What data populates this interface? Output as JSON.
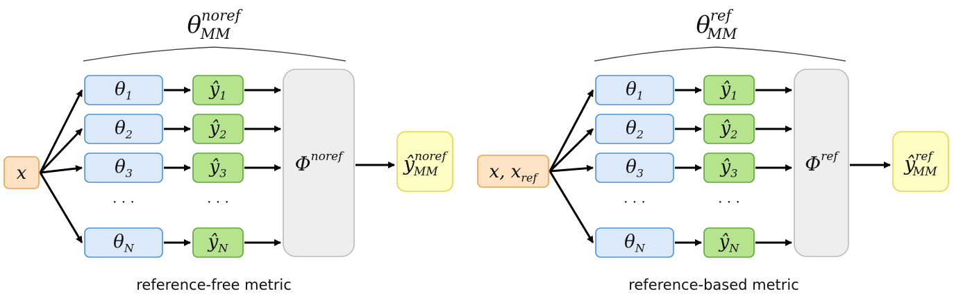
{
  "colors": {
    "input_fill": "#fde3c3",
    "input_stroke": "#f0a04a",
    "model_fill": "#dbe9fb",
    "model_stroke": "#4a8fe0",
    "output_fill": "#b6e38e",
    "output_stroke": "#5aa832",
    "agg_fill": "#eeeeee",
    "agg_stroke": "#bbbbbb",
    "result_fill": "#fdfdc4",
    "result_stroke": "#e2d64a",
    "arrow": "#000000"
  },
  "left": {
    "brace": {
      "base": "θ",
      "sub": "MM",
      "sup": "noref"
    },
    "input": {
      "label": "x"
    },
    "models": [
      {
        "base": "θ",
        "sub": "1"
      },
      {
        "base": "θ",
        "sub": "2"
      },
      {
        "base": "θ",
        "sub": "3"
      },
      {
        "base": "θ",
        "sub": "N"
      }
    ],
    "outputs": [
      {
        "base": "ŷ",
        "sub": "1"
      },
      {
        "base": "ŷ",
        "sub": "2"
      },
      {
        "base": "ŷ",
        "sub": "3"
      },
      {
        "base": "ŷ",
        "sub": "N"
      }
    ],
    "ellipsis": "· · ·",
    "aggregator": {
      "base": "Φ",
      "sup": "noref"
    },
    "result": {
      "base": "ŷ",
      "sub": "MM",
      "sup": "noref"
    },
    "caption": "reference-free metric"
  },
  "right": {
    "brace": {
      "base": "θ",
      "sub": "MM",
      "sup": "ref"
    },
    "input": {
      "label": "x, x",
      "sub": "ref"
    },
    "models": [
      {
        "base": "θ",
        "sub": "1"
      },
      {
        "base": "θ",
        "sub": "2"
      },
      {
        "base": "θ",
        "sub": "3"
      },
      {
        "base": "θ",
        "sub": "N"
      }
    ],
    "outputs": [
      {
        "base": "ŷ",
        "sub": "1"
      },
      {
        "base": "ŷ",
        "sub": "2"
      },
      {
        "base": "ŷ",
        "sub": "3"
      },
      {
        "base": "ŷ",
        "sub": "N"
      }
    ],
    "ellipsis": "· · ·",
    "aggregator": {
      "base": "Φ",
      "sup": "ref"
    },
    "result": {
      "base": "ŷ",
      "sub": "MM",
      "sup": "ref"
    },
    "caption": "reference-based metric"
  }
}
